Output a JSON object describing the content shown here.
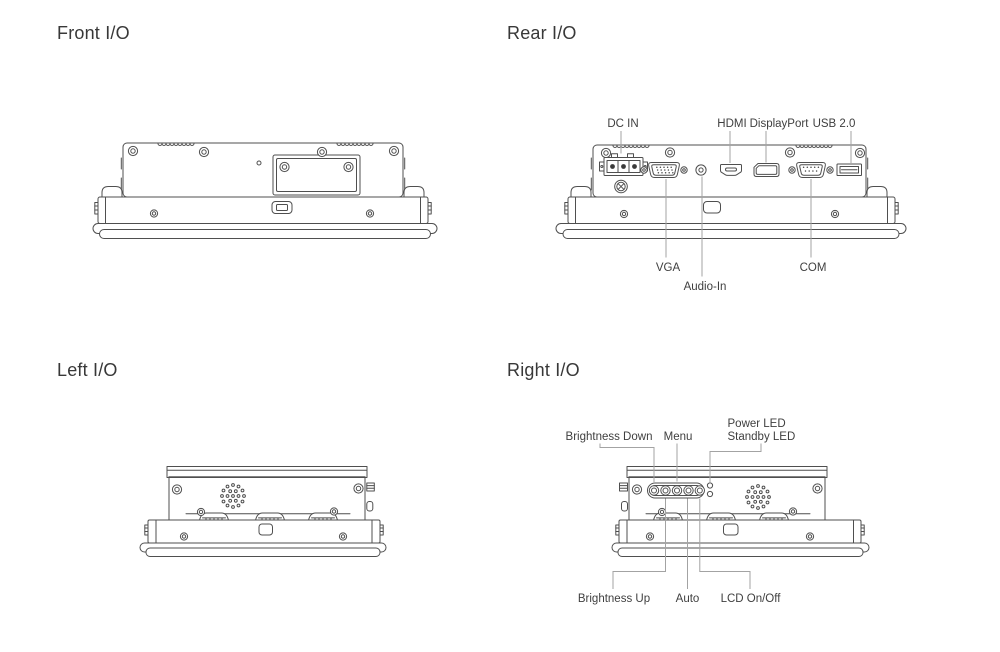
{
  "sections": {
    "front": {
      "title": "Front I/O"
    },
    "rear": {
      "title": "Rear I/O",
      "labels": {
        "dc_in": "DC IN",
        "hdmi": "HDMI",
        "displayport": "DisplayPort",
        "usb": "USB 2.0",
        "vga": "VGA",
        "audio_in": "Audio-In",
        "com": "COM"
      }
    },
    "left": {
      "title": "Left I/O"
    },
    "right": {
      "title": "Right I/O",
      "labels": {
        "power_led": "Power LED",
        "standby_led": "Standby LED",
        "brightness_down": "Brightness Down",
        "menu": "Menu",
        "brightness_up": "Brightness Up",
        "auto": "Auto",
        "lcd_on_off": "LCD On/Off"
      }
    }
  },
  "colors": {
    "background": "#ffffff",
    "line": "#4f4f4f",
    "leader": "#a3a3a3",
    "text": "#3f3f3f",
    "title_text": "#383838"
  }
}
